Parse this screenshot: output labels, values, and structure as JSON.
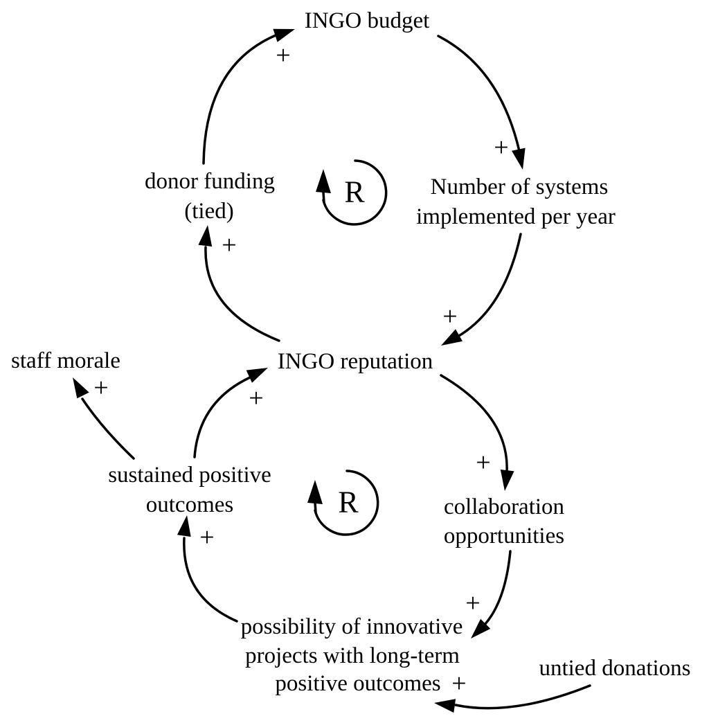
{
  "diagram": {
    "type": "causal loop diagram",
    "colors": {
      "ink": "#000000",
      "background": "#ffffff"
    },
    "nodes": [
      {
        "id": "ingo-budget",
        "label": "INGO budget",
        "lines": [
          "INGO budget"
        ]
      },
      {
        "id": "number-of-systems",
        "label": "Number of systems implemented per year",
        "lines": [
          "Number of systems",
          "implemented per year"
        ]
      },
      {
        "id": "ingo-reputation",
        "label": "INGO reputation",
        "lines": [
          "INGO reputation"
        ]
      },
      {
        "id": "donor-funding",
        "label": "donor funding (tied)",
        "lines": [
          "donor funding",
          "(tied)"
        ]
      },
      {
        "id": "staff-morale",
        "label": "staff morale",
        "lines": [
          "staff morale"
        ]
      },
      {
        "id": "sustained-positive-outcomes",
        "label": "sustained positive outcomes",
        "lines": [
          "sustained positive",
          "outcomes"
        ]
      },
      {
        "id": "collaboration-opportunities",
        "label": "collaboration opportunities",
        "lines": [
          "collaboration",
          "opportunities"
        ]
      },
      {
        "id": "possibility-innovative-projects",
        "label": "possibility of innovative projects with long-term positive outcomes",
        "lines": [
          "possibility of innovative",
          "projects with long-term",
          "positive outcomes"
        ]
      },
      {
        "id": "untied-donations",
        "label": "untied donations",
        "lines": [
          "untied donations"
        ]
      }
    ],
    "links": [
      {
        "from": "donor-funding",
        "to": "ingo-budget",
        "polarity": "+"
      },
      {
        "from": "ingo-budget",
        "to": "number-of-systems",
        "polarity": "+"
      },
      {
        "from": "number-of-systems",
        "to": "ingo-reputation",
        "polarity": "+"
      },
      {
        "from": "ingo-reputation",
        "to": "donor-funding",
        "polarity": "+"
      },
      {
        "from": "sustained-positive-outcomes",
        "to": "ingo-reputation",
        "polarity": "+"
      },
      {
        "from": "sustained-positive-outcomes",
        "to": "staff-morale",
        "polarity": "+"
      },
      {
        "from": "possibility-innovative-projects",
        "to": "sustained-positive-outcomes",
        "polarity": "+"
      },
      {
        "from": "ingo-reputation",
        "to": "collaboration-opportunities",
        "polarity": "+"
      },
      {
        "from": "collaboration-opportunities",
        "to": "possibility-innovative-projects",
        "polarity": "+"
      },
      {
        "from": "untied-donations",
        "to": "possibility-innovative-projects",
        "polarity": "+"
      }
    ],
    "loops": [
      {
        "label": "R",
        "type": "reinforcing",
        "position": "top"
      },
      {
        "label": "R",
        "type": "reinforcing",
        "position": "bottom"
      }
    ]
  }
}
